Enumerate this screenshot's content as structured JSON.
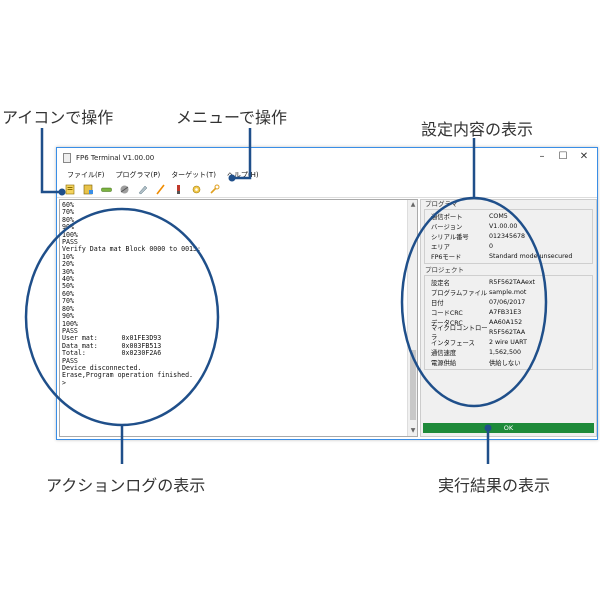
{
  "callouts": {
    "icon_ops": "アイコンで操作",
    "menu_ops": "メニューで操作",
    "settings_view": "設定内容の表示",
    "log_view": "アクションログの表示",
    "result_view": "実行結果の表示"
  },
  "window": {
    "title": "FP6 Terminal V1.00.00",
    "controls": {
      "minimize": "–",
      "maximize": "☐",
      "close": "✕"
    }
  },
  "menu": [
    "ファイル(F)",
    "プログラマ(P)",
    "ターゲット(T)",
    "ヘルプ(H)"
  ],
  "toolbar": [
    "new-file-icon",
    "open-project-icon",
    "connect-icon",
    "erase-icon",
    "blank-check-icon",
    "program-icon",
    "verify-icon",
    "settings-icon",
    "tools-icon"
  ],
  "log": {
    "lines": [
      "60%",
      "70%",
      "80%",
      "90%",
      "100%",
      "PASS",
      "Verify Data mat Block 0000 to 0015:",
      "10%",
      "20%",
      "30%",
      "40%",
      "50%",
      "60%",
      "70%",
      "80%",
      "90%",
      "100%",
      "PASS",
      "User mat:      0x01FE3D93",
      "Data mat:      0x003FB513",
      "Total:         0x0230F2A6",
      "PASS",
      "Device disconnected.",
      "Erase,Program operation finished.",
      ">"
    ]
  },
  "settings": {
    "programmer": {
      "title": "プログラマ",
      "rows": [
        {
          "label": "通信ポート",
          "value": "COM5"
        },
        {
          "label": "バージョン",
          "value": "V1.00.00"
        },
        {
          "label": "シリアル番号",
          "value": "012345678"
        },
        {
          "label": "エリア",
          "value": "0"
        },
        {
          "label": "FP6モード",
          "value": "Standard mode unsecured"
        }
      ]
    },
    "project": {
      "title": "プロジェクト",
      "rows": [
        {
          "label": "設定名",
          "value": "R5F562TAAext"
        },
        {
          "label": "プログラムファイル",
          "value": "sample.mot"
        },
        {
          "label": "日付",
          "value": "07/06/2017"
        },
        {
          "label": "コードCRC",
          "value": "A7FB31E3"
        },
        {
          "label": "データCRC",
          "value": "AA60A152"
        },
        {
          "label": "マイクロコントローラ",
          "value": "R5F562TAA"
        },
        {
          "label": "インタフェース",
          "value": "2 wire UART"
        },
        {
          "label": "通信速度",
          "value": "1,562,500"
        },
        {
          "label": "電源供給",
          "value": "供給しない"
        }
      ]
    }
  },
  "status": {
    "result": "OK",
    "color": "#1e8a3a"
  },
  "colors": {
    "accent": "#3a8ee6",
    "callout_line": "#1f4f8a"
  }
}
